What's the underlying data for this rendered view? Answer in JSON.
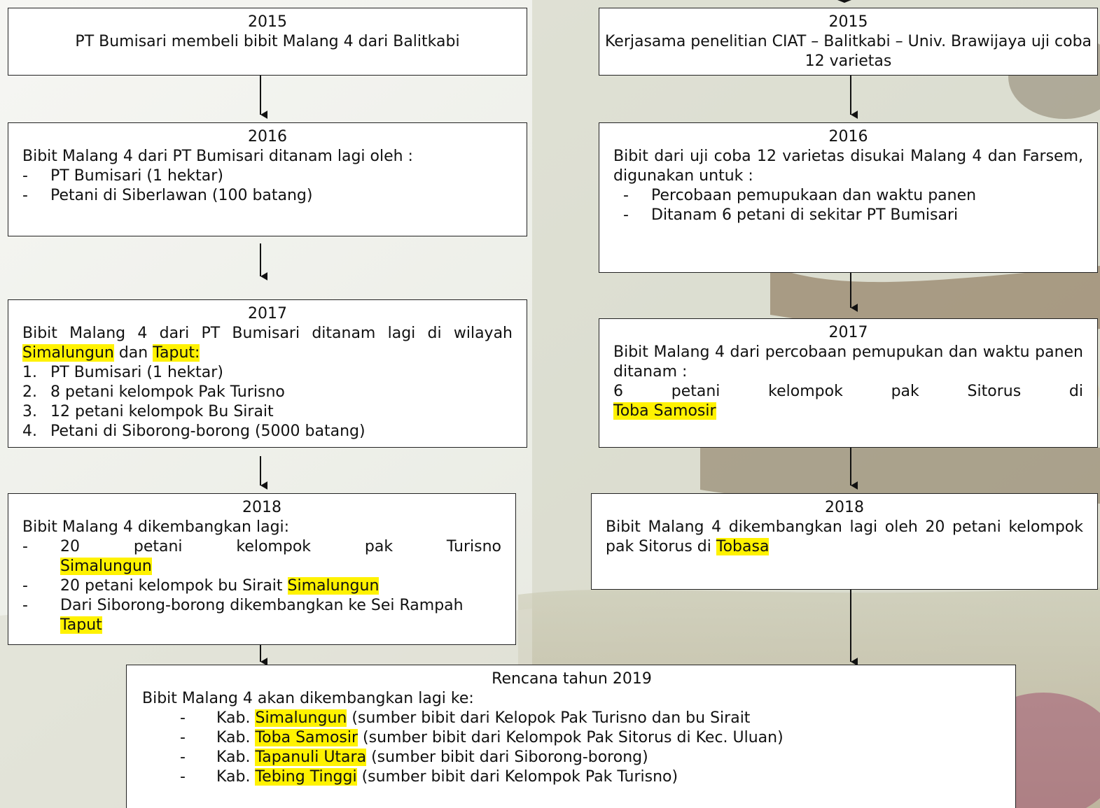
{
  "left": [
    {
      "year": "2015",
      "text": "PT Bumisari membeli bibit Malang 4 dari Balitkabi"
    },
    {
      "year": "2016",
      "intro": "Bibit Malang 4 dari PT Bumisari ditanam lagi oleh :",
      "items": [
        {
          "marker": "-",
          "text": "PT Bumisari (1 hektar)"
        },
        {
          "marker": "-",
          "text": "Petani di Siberlawan (100 batang)"
        }
      ]
    },
    {
      "year": "2017",
      "intro": "Bibit Malang 4 dari PT Bumisari ditanam lagi di wilayah",
      "hl1": "Simalungun",
      "mid": "dan",
      "hl2": "Taput:",
      "items": [
        {
          "marker": "1.",
          "text": "PT Bumisari (1 hektar)"
        },
        {
          "marker": "2.",
          "text": "8 petani kelompok Pak Turisno"
        },
        {
          "marker": "3.",
          "text": "12 petani kelompok Bu Sirait"
        },
        {
          "marker": "4.",
          "text": "Petani di Siborong-borong (5000 batang)"
        }
      ]
    },
    {
      "year": "2018",
      "intro": "Bibit Malang 4 dikembangkan lagi:",
      "items": [
        {
          "marker": "-",
          "text": "20 petani kelompok pak Turisno",
          "hl": "Simalungun"
        },
        {
          "marker": "-",
          "text": "20 petani kelompok bu Sirait",
          "hl": "Simalungun"
        },
        {
          "marker": "-",
          "text": "Dari Siborong-borong dikembangkan ke Sei Rampah",
          "hl": "Taput"
        }
      ]
    }
  ],
  "right": [
    {
      "year": "2015",
      "text": "Kerjasama penelitian CIAT – Balitkabi – Univ. Brawijaya uji coba 12 varietas"
    },
    {
      "year": "2016",
      "intro": "Bibit dari uji coba 12 varietas disukai Malang 4 dan Farsem, digunakan untuk :",
      "items": [
        {
          "marker": "-",
          "text": "Percobaan pemupukaan dan waktu panen"
        },
        {
          "marker": "-",
          "text": "Ditanam 6 petani di sekitar PT Bumisari"
        }
      ]
    },
    {
      "year": "2017",
      "intro": "Bibit Malang 4 dari percobaan pemupukan dan waktu panen ditanam :",
      "line": "6 petani kelompok pak Sitorus di",
      "hl": "Toba Samosir"
    },
    {
      "year": "2018",
      "text": "Bibit Malang 4 dikembangkan lagi oleh 20 petani kelompok pak Sitorus di",
      "hl": "Tobasa"
    }
  ],
  "plan": {
    "title": "Rencana tahun 2019",
    "intro": "Bibit Malang 4 akan dikembangkan lagi ke:",
    "items": [
      {
        "marker": "-",
        "prefix": "Kab.",
        "hl": "Simalungun",
        "text": "(sumber bibit dari Kelopok Pak Turisno dan bu Sirait"
      },
      {
        "marker": "-",
        "prefix": "Kab.",
        "hl": "Toba Samosir",
        "text": "(sumber bibit dari Kelompok Pak Sitorus di Kec. Uluan)"
      },
      {
        "marker": "-",
        "prefix": "Kab.",
        "hl": "Tapanuli Utara",
        "text": "(sumber bibit dari Siborong-borong)"
      },
      {
        "marker": "-",
        "prefix": "Kab.",
        "hl": "Tebing Tinggi",
        "text": "(sumber bibit dari Kelompok Pak Turisno)"
      }
    ]
  }
}
